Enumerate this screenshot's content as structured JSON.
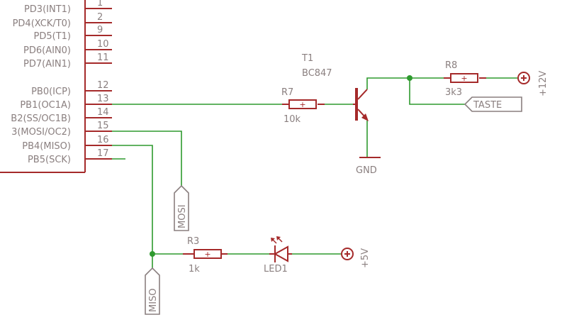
{
  "mcu": {
    "pins": [
      {
        "name": "PD3(INT1)",
        "number": "1"
      },
      {
        "name": "PD4(XCK/T0)",
        "number": "2"
      },
      {
        "name": "PD5(T1)",
        "number": "9"
      },
      {
        "name": "PD6(AIN0)",
        "number": "10"
      },
      {
        "name": "PD7(AIN1)",
        "number": "11"
      },
      {
        "name": "PB0(ICP)",
        "number": "12"
      },
      {
        "name": "PB1(OC1A)",
        "number": "13"
      },
      {
        "name": "B2(SS/OC1B)",
        "number": "14"
      },
      {
        "name": "3(MOSI/OC2)",
        "number": "15"
      },
      {
        "name": "PB4(MISO)",
        "number": "16"
      },
      {
        "name": "PB5(SCK)",
        "number": "17"
      }
    ]
  },
  "components": {
    "transistor": {
      "name": "T1",
      "value": "BC847"
    },
    "r7": {
      "name": "R7",
      "value": "10k"
    },
    "r8": {
      "name": "R8",
      "value": "3k3"
    },
    "r3": {
      "name": "R3",
      "value": "1k"
    },
    "led": {
      "name": "LED1"
    },
    "resistor_symbol": "+"
  },
  "power": {
    "gnd": "GND",
    "vcc12": "+12V",
    "vcc5": "+5V"
  },
  "ports": {
    "taste": "TASTE",
    "mosi": "MOSI",
    "miso": "MISO"
  },
  "colors": {
    "part": "#a52a2a",
    "wire": "#2e9a2e",
    "label": "#8a7f7f"
  }
}
